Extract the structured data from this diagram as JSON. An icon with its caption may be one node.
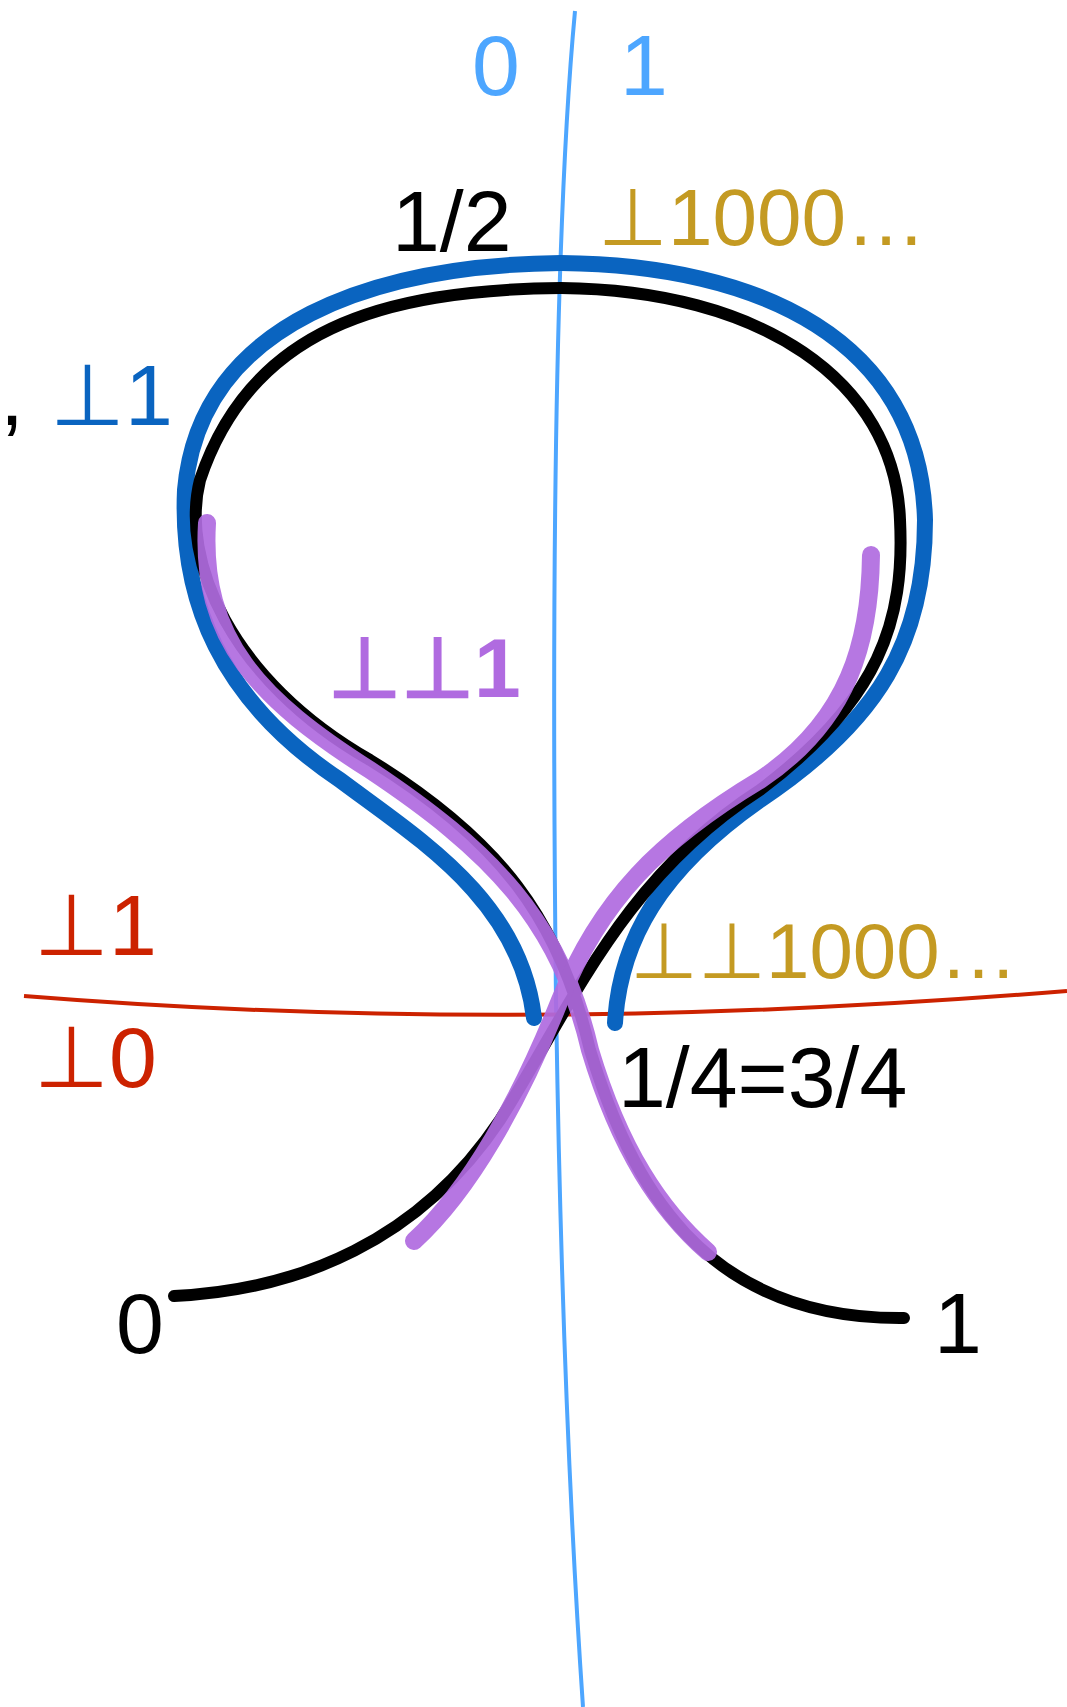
{
  "diagram": {
    "labels": [
      "0",
      "1",
      "1/2",
      "⊥1000…",
      ",",
      "⊥1",
      "⊥⊥1",
      "⊥1",
      "⊥⊥1000…",
      "⊥0",
      "1/4=3/4",
      "0",
      "1"
    ]
  }
}
